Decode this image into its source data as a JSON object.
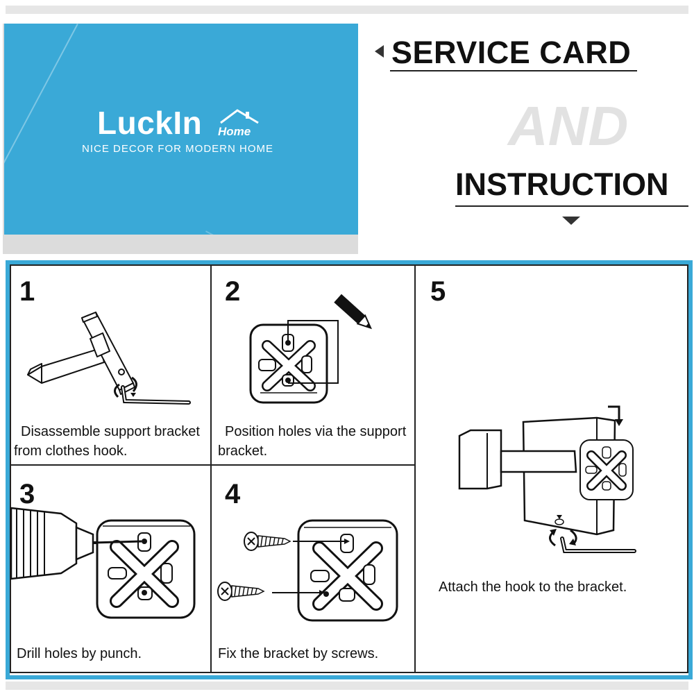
{
  "brand": {
    "name": "LuckIn",
    "home_badge": "Home",
    "tagline": "NICE DECOR FOR MODERN HOME",
    "color": "#3aa9d7"
  },
  "header": {
    "line1": "SERVICE CARD",
    "line2": "AND",
    "line3": "INSTRUCTION"
  },
  "steps": [
    {
      "number": "1",
      "caption_l1": "Disassemble support bracket",
      "caption_l2": "from clothes hook."
    },
    {
      "number": "2",
      "caption_l1": "Position holes via the support",
      "caption_l2": "bracket."
    },
    {
      "number": "3",
      "caption_l1": "Drill holes by punch.",
      "caption_l2": ""
    },
    {
      "number": "4",
      "caption_l1": "Fix the bracket by screws.",
      "caption_l2": ""
    },
    {
      "number": "5",
      "caption_l1": "Attach the hook to the bracket.",
      "caption_l2": ""
    }
  ],
  "icons": [
    "pencil-icon",
    "drill-icon",
    "screw-icon",
    "hex-key-icon",
    "rotate-arrow-icon",
    "house-icon"
  ]
}
